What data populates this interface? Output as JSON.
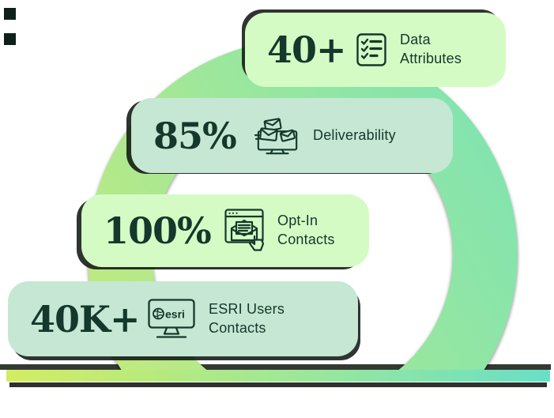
{
  "figure": {
    "description_title": "Marketing data stats infographic",
    "chart_data": {
      "type": "table",
      "title": "",
      "categories": [
        "Data Attributes",
        "Deliverability",
        "Opt-In Contacts",
        "ESRI Users Contacts"
      ],
      "values": [
        "40+",
        "85%",
        "100%",
        "40K+"
      ],
      "legend_position": "none",
      "grid": false
    }
  },
  "stats": [
    {
      "value": "40+",
      "label": "Data\nAttributes",
      "icon": "checklist-icon"
    },
    {
      "value": "85%",
      "label": "Deliverability",
      "icon": "email-deliverability-icon"
    },
    {
      "value": "100%",
      "label": "Opt-In\nContacts",
      "icon": "opt-in-email-icon"
    },
    {
      "value": "40K+",
      "label": "ESRI Users\nContacts",
      "icon": "esri-monitor-icon",
      "icon_text": "esri"
    }
  ],
  "colors": {
    "page_bg": "#ffffff",
    "card_lime": "#d5fbc5",
    "card_mint": "#c5e7d3",
    "ink": "#15382c",
    "ring_start": "#c6ea7c",
    "ring_mid": "#9ce79c",
    "ring_end": "#7ee3b3",
    "bar_start": "#d3ec62",
    "bar_mid": "#9ce79a",
    "bar_end": "#68dfc6",
    "shadow_dark": "#10160f",
    "square_dark": "#0d211a"
  }
}
